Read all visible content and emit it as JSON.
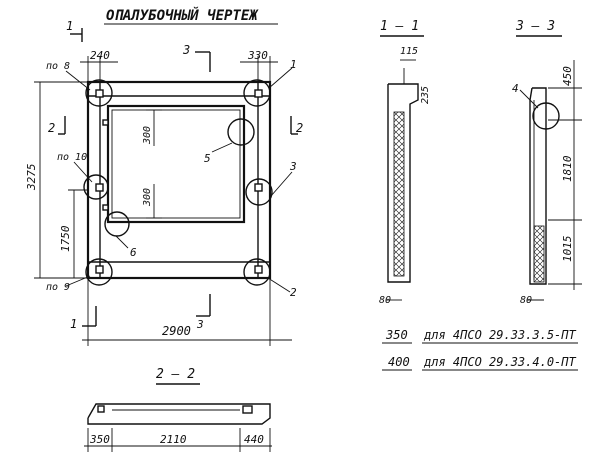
{
  "title": "ОПАЛУБОЧНЫЙ ЧЕРТЕЖ",
  "sections": {
    "s11": "1 — 1",
    "s33": "3 — 3",
    "s22": "2 — 2"
  },
  "cut_marks": {
    "one": "1",
    "two": "2",
    "three": "3"
  },
  "plan": {
    "dim_left_top": "240",
    "dim_right_top": "330",
    "dim_height": "3275",
    "dim_lower_left": "1750",
    "dim_opening_top": "300",
    "dim_opening_bottom": "300",
    "dim_width": "2900",
    "note_po8": "по 8",
    "note_po10": "по 10",
    "note_po9": "по 9",
    "callout_1": "1",
    "callout_2": "2",
    "callout_3": "3",
    "callout_5": "5",
    "callout_6": "6"
  },
  "section_11": {
    "dim_top": "115",
    "dim_side": "235",
    "dim_bottom": "80"
  },
  "section_33": {
    "dim_450": "450",
    "dim_1810": "1810",
    "dim_1015": "1015",
    "dim_bottom": "80",
    "callout_4": "4"
  },
  "variants": [
    {
      "dim": "350",
      "label": "для  4ПСО  29.33.3.5-ПТ"
    },
    {
      "dim": "400",
      "label": "для  4ПСО  29.33.4.0-ПТ"
    }
  ],
  "section_22": {
    "dim_left": "350",
    "dim_mid": "2110",
    "dim_right": "440"
  }
}
